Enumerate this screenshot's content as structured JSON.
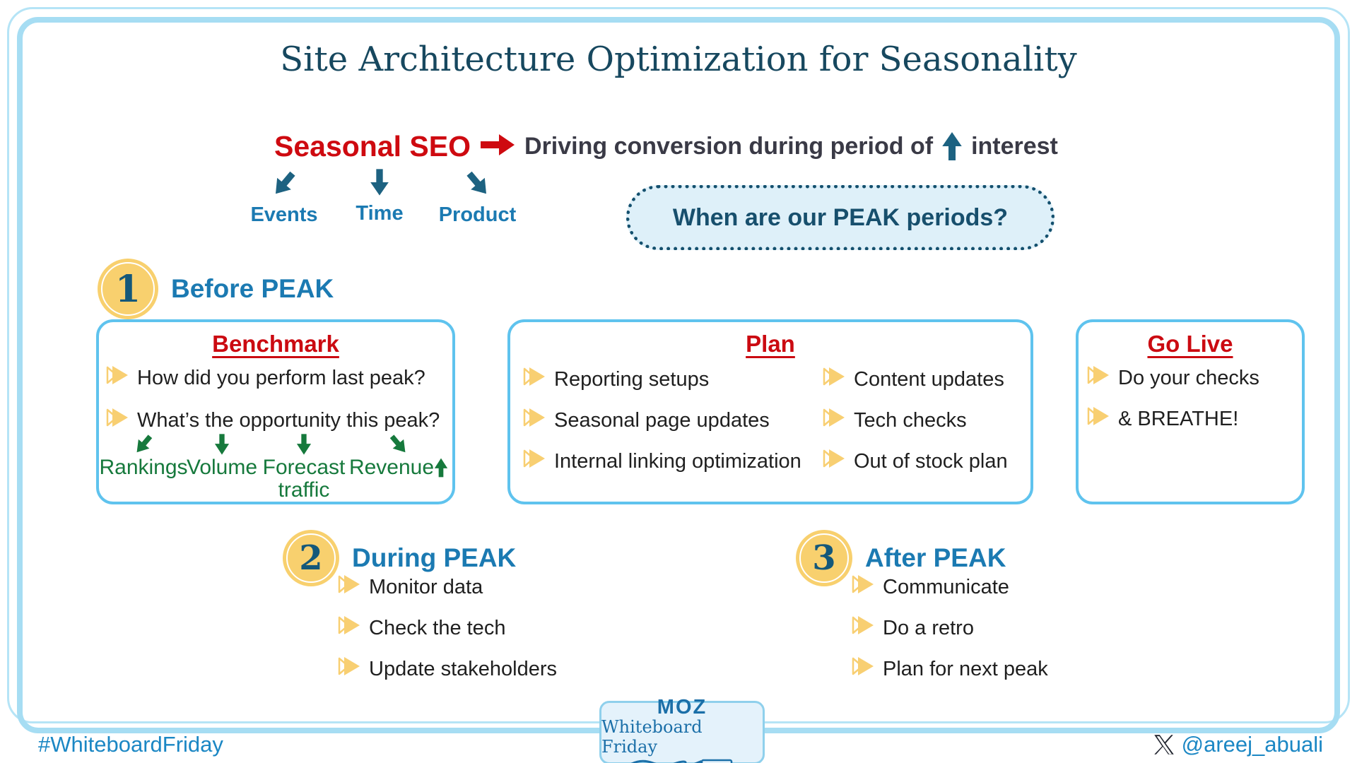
{
  "page": {
    "title": "Site Architecture Optimization for Seasonality",
    "hashtag": "#WhiteboardFriday",
    "handle": "@areej_abuali"
  },
  "intro": {
    "label": "Seasonal SEO",
    "description_before": "Driving conversion during period of",
    "description_after": "interest",
    "branches": [
      "Events",
      "Time",
      "Product"
    ],
    "question": "When are our PEAK periods?"
  },
  "phases": {
    "before": {
      "number": "1",
      "title": "Before PEAK"
    },
    "during": {
      "number": "2",
      "title": "During PEAK",
      "items": [
        "Monitor data",
        "Check the tech",
        "Update stakeholders"
      ]
    },
    "after": {
      "number": "3",
      "title": "After PEAK",
      "items": [
        "Communicate",
        "Do a retro",
        "Plan for next peak"
      ]
    }
  },
  "boxes": {
    "benchmark": {
      "title": "Benchmark",
      "items": [
        "How did you perform last peak?",
        "What’s the opportunity this peak?"
      ],
      "metrics": [
        "Rankings",
        "Volume",
        "Forecast traffic",
        "Revenue"
      ]
    },
    "plan": {
      "title": "Plan",
      "left": [
        "Reporting setups",
        "Seasonal page updates",
        "Internal linking optimization"
      ],
      "right": [
        "Content updates",
        "Tech checks",
        "Out of stock plan"
      ]
    },
    "golive": {
      "title": "Go Live",
      "items": [
        "Do your checks",
        "& BREATHE!"
      ]
    }
  },
  "logo": {
    "brand": "MOZ",
    "name": "Whiteboard Friday"
  },
  "colors": {
    "title_navy": "#17485f",
    "red": "#ce0a10",
    "heading_blue": "#1b7ab2",
    "teal_arrow": "#1d6281",
    "green": "#16793c",
    "bullet_yellow": "#f8cf72",
    "badge_yellow": "#f8d06e",
    "box_border_blue": "#5fc3ee",
    "pill_fill": "#def0f9",
    "footer_blue": "#1b87c4"
  }
}
